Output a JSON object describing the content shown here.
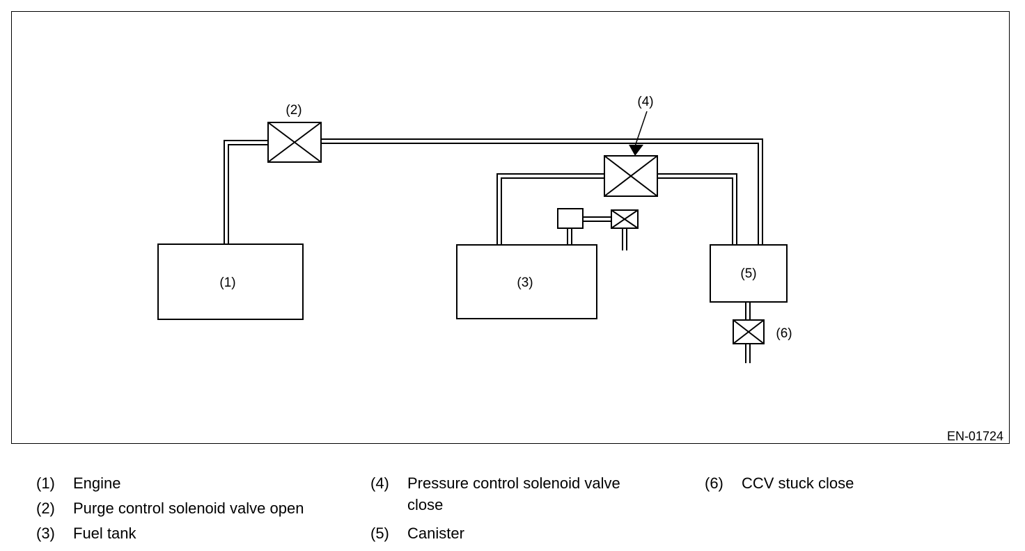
{
  "figure_id": "EN-01724",
  "labels": {
    "l1": "(1)",
    "l2": "(2)",
    "l3": "(3)",
    "l4": "(4)",
    "l5": "(5)",
    "l6": "(6)"
  },
  "legend": [
    {
      "num": "(1)",
      "text": "Engine",
      "text2": ""
    },
    {
      "num": "(2)",
      "text": "Purge control solenoid valve open",
      "text2": ""
    },
    {
      "num": "(3)",
      "text": "Fuel tank",
      "text2": ""
    },
    {
      "num": "(4)",
      "text": "Pressure control solenoid valve",
      "text2": "close"
    },
    {
      "num": "(5)",
      "text": "Canister",
      "text2": ""
    },
    {
      "num": "(6)",
      "text": "CCV stuck close",
      "text2": ""
    }
  ]
}
